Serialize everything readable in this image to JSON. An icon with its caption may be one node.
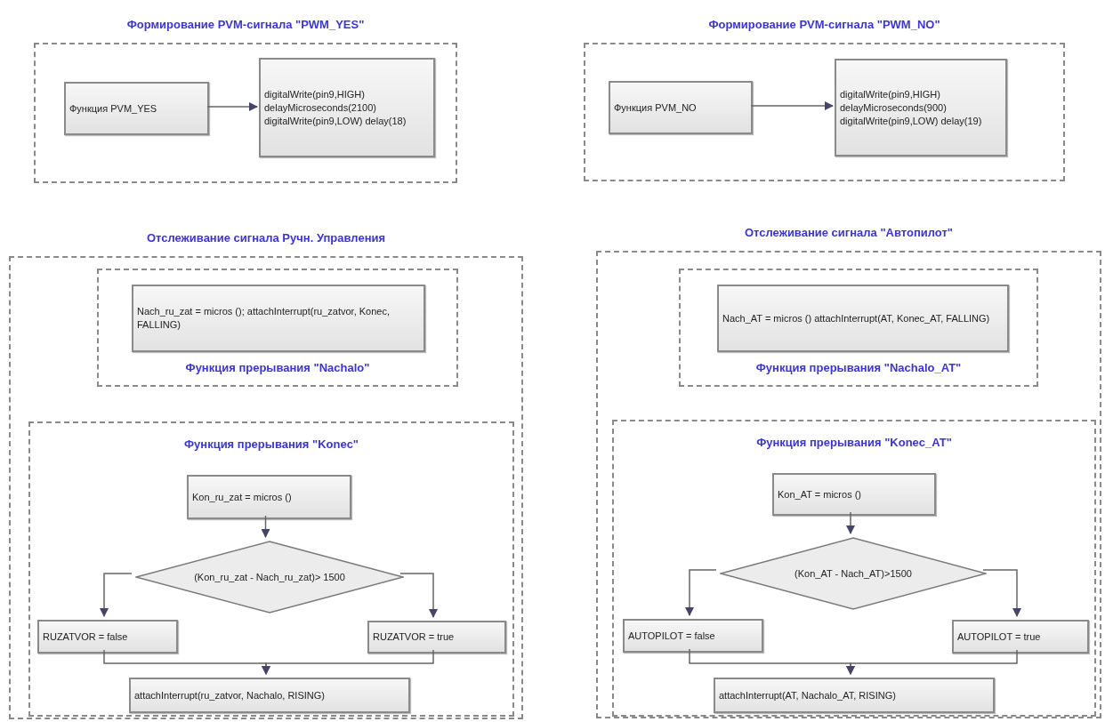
{
  "diagram": {
    "nodes": [
      {
        "text": [
          "Формирование PVM-сигнала \"PWM_YES\""
        ]
      },
      {
        "text": [
          "Функция PVM_YES"
        ],
        "in": 0
      },
      {
        "text": [
          "digitalWrite(pin9,HIGH) delayMicroseconds(2100) digitalWrite(pin9,LOW) delay(18)"
        ],
        "in": 0
      },
      {
        "text": [
          "Формирование PVM-сигнала \"PWM_NO\""
        ]
      },
      {
        "text": [
          "Функция PVM_NO"
        ],
        "in": 3
      },
      {
        "text": [
          "digitalWrite(pin9,HIGH) delayMicroseconds(900) digitalWrite(pin9,LOW) delay(19)"
        ],
        "in": 3
      },
      {
        "text": [
          "Отслеживание сигнала Ручн. Управления"
        ]
      },
      {
        "text": [
          "Функция прерывания \"Nachalo\""
        ],
        "in": 6
      },
      {
        "text": [
          "Nach_ru_zat = micros (); attachInterrupt(ru_zatvor, Konec, FALLING)"
        ],
        "in": 7
      },
      {
        "text": [
          "Функция прерывания \"Konec\""
        ],
        "in": 6
      },
      {
        "text": [
          "Kon_ru_zat = micros ()"
        ],
        "in": 9
      },
      {
        "text": [
          "(Kon_ru_zat - Nach_ru_zat)> 1500"
        ],
        "in": 9
      },
      {
        "text": [
          "RUZATVOR = false"
        ],
        "in": 9
      },
      {
        "text": [
          "RUZATVOR = true"
        ],
        "in": 9
      },
      {
        "text": [
          "attachInterrupt(ru_zatvor, Nachalo, RISING)"
        ],
        "in": 9
      },
      {
        "text": [
          "Отслеживание сигнала \"Автопилот\""
        ]
      },
      {
        "text": [
          "Функция прерывания \"Nachalo_AT\""
        ],
        "in": 15
      },
      {
        "text": [
          "Nach_AT = micros () attachInterrupt(AT, Konec_AT, FALLING)"
        ],
        "in": 16
      },
      {
        "text": [
          "Функция прерывания \"Konec_AT\""
        ],
        "in": 15
      },
      {
        "text": [
          "Kon_AT = micros ()"
        ],
        "in": 18
      },
      {
        "text": [
          "(Kon_AT - Nach_AT)>1500"
        ],
        "in": 18
      },
      {
        "text": [
          "AUTOPILOT = false"
        ],
        "in": 18
      },
      {
        "text": [
          "AUTOPILOT = true"
        ],
        "in": 18
      },
      {
        "text": [
          "attachInterrupt(AT, Nachalo_AT, RISING)"
        ],
        "in": 18
      }
    ],
    "edges": [
      {
        "from": 1,
        "to": 2,
        "arrow": "to"
      },
      {
        "from": 4,
        "to": 5,
        "arrow": "to"
      },
      {
        "from": 10,
        "to": 11,
        "arrow": "to"
      },
      {
        "from": 11,
        "to": 12,
        "arrow": "to"
      },
      {
        "from": 11,
        "to": 13,
        "arrow": "to"
      },
      {
        "from": 12,
        "to": 14,
        "arrow": "to"
      },
      {
        "from": 13,
        "to": 14,
        "arrow": "to"
      },
      {
        "from": 19,
        "to": 20,
        "arrow": "to"
      },
      {
        "from": 20,
        "to": 21,
        "arrow": "to"
      },
      {
        "from": 20,
        "to": 22,
        "arrow": "to"
      },
      {
        "from": 21,
        "to": 23,
        "arrow": "to"
      },
      {
        "from": 22,
        "to": 23,
        "arrow": "to"
      }
    ]
  }
}
